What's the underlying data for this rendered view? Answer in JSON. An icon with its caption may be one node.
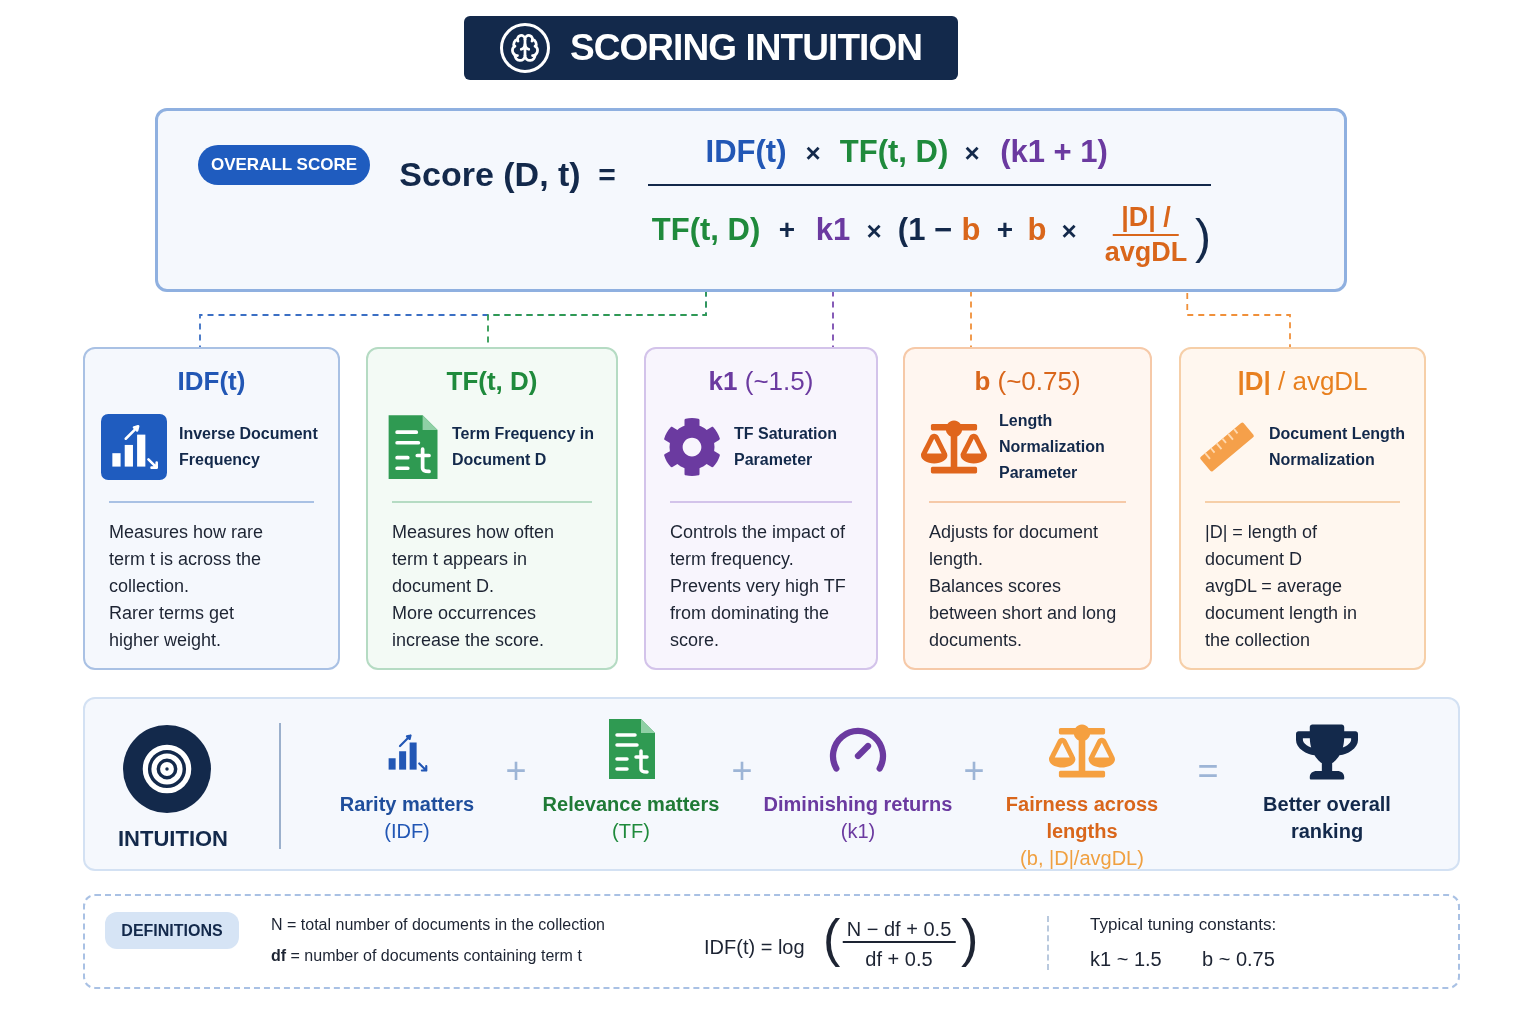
{
  "diagram": {
    "nodes": [
      {
        "text": [
          "SCORING INTUITION"
        ]
      },
      {
        "text": [],
        "shape": "box"
      },
      {
        "text": [
          "OVERALL SCORE"
        ],
        "in": 1
      },
      {
        "text": [
          "TF(t, D)"
        ],
        "in": 1
      },
      {
        "text": [
          "k1"
        ],
        "in": 1
      },
      {
        "text": [
          "b"
        ],
        "in": 1
      },
      {
        "text": [
          "|D| /",
          "avgDL"
        ],
        "in": 1
      },
      {
        "text": [
          "IDF(t)",
          "Inverse Document Frequency",
          "Measures how rare term t is across the collection.",
          "Rarer terms get higher weight."
        ]
      },
      {
        "text": [
          "TF(t, D)",
          "Term Frequency in Document D",
          "Measures how often term t appears in document D.",
          "More occurrences increase the score."
        ]
      },
      {
        "text": [
          "**k1** (~1.5)",
          "TF Saturation Parameter",
          "Controls the impact of term frequency.",
          "Prevents very high TF from dominating the score."
        ]
      },
      {
        "text": [
          "**b** (~0.75)",
          "Length Normalization Parameter",
          "Adjusts for document length.",
          "Balances scores between short and long documents."
        ]
      },
      {
        "text": [
          "**|D|** / avgDL",
          "Document Length Normalization",
          "|D| = length of document D",
          "avgDL = average document length in the collection"
        ]
      },
      {
        "text": [],
        "shape": "box"
      },
      {
        "text": [],
        "shape": "box"
      },
      {
        "text": [
          "DEFINITIONS"
        ],
        "in": 13
      }
    ],
    "edges": [
      {
        "from": 3,
        "to": 7,
        "arrow": "none",
        "style": "dashed",
        "color": "#3b6fc4"
      },
      {
        "from": 3,
        "to": 8,
        "arrow": "none",
        "style": "dashed",
        "color": "#2f9a52"
      },
      {
        "from": 4,
        "to": 9,
        "arrow": "none",
        "style": "dashed",
        "color": "#7a4bb0"
      },
      {
        "from": 5,
        "to": 10,
        "arrow": "none",
        "style": "dashed",
        "color": "#f0903a"
      },
      {
        "from": 6,
        "to": 11,
        "arrow": "none",
        "style": "dashed",
        "color": "#f0903a"
      }
    ],
    "labels": [
      "Score (D, t)",
      "=",
      "IDF(t)",
      "×",
      "TF(t, D)",
      "×",
      "(k1 + 1)",
      "+",
      "×",
      "(1 −",
      "+",
      "b",
      "×",
      ")",
      "INTUITION",
      "Rarity matters",
      "(IDF)",
      "+",
      "Relevance matters",
      "(TF)",
      "+",
      "Diminishing returns",
      "(k1)",
      "+",
      "Fairness across lengths",
      "(b, |D|/avgDL)",
      "=",
      "Better overall ranking",
      "N = total number of documents in the collection",
      "**df** = number of documents containing term t",
      "IDF(t) = log",
      "(",
      "N − df + 0.5",
      "df + 0.5",
      ")",
      "Typical tuning constants:",
      "k1 ~ 1.5",
      "b ~ 0.75"
    ]
  }
}
